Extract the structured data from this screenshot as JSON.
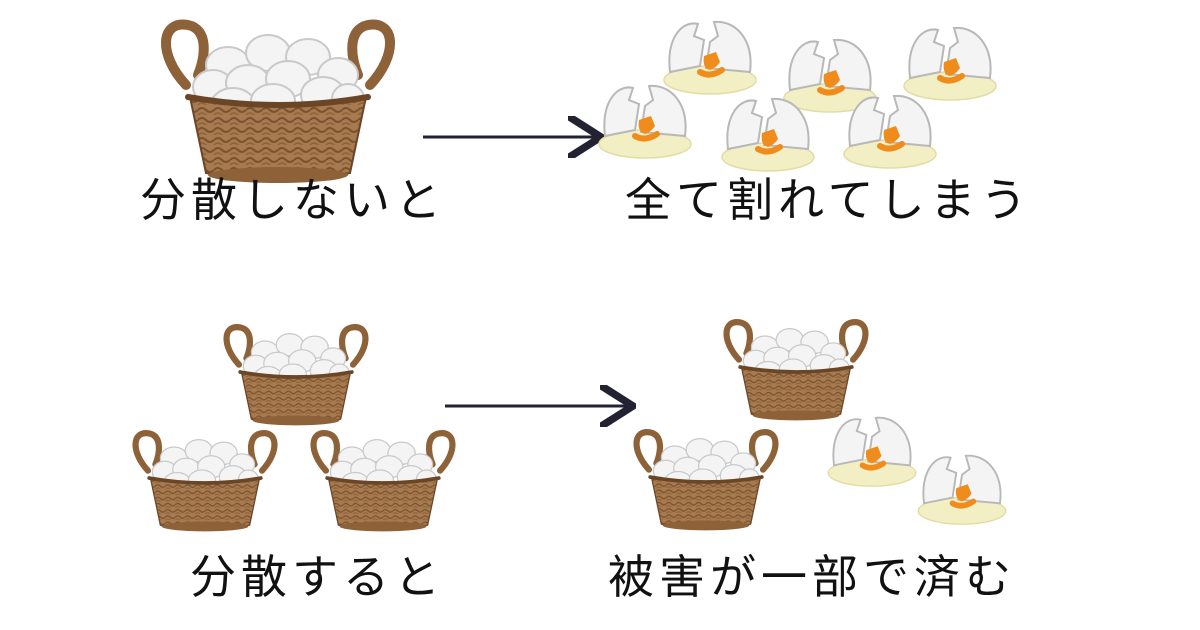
{
  "captions": {
    "top_left": "分散しないと",
    "top_right": "全て割れてしまう",
    "bottom_left": "分散すると",
    "bottom_right": "被害が一部で済む"
  },
  "colors": {
    "basket": "#a77a4f",
    "basket_dark": "#7a5230",
    "egg": "#f4f4f4",
    "egg_outline": "#c9c9c9",
    "yolk": "#f08c1c",
    "egg_white_puddle": "#f3efc5",
    "arrow": "#222233"
  }
}
